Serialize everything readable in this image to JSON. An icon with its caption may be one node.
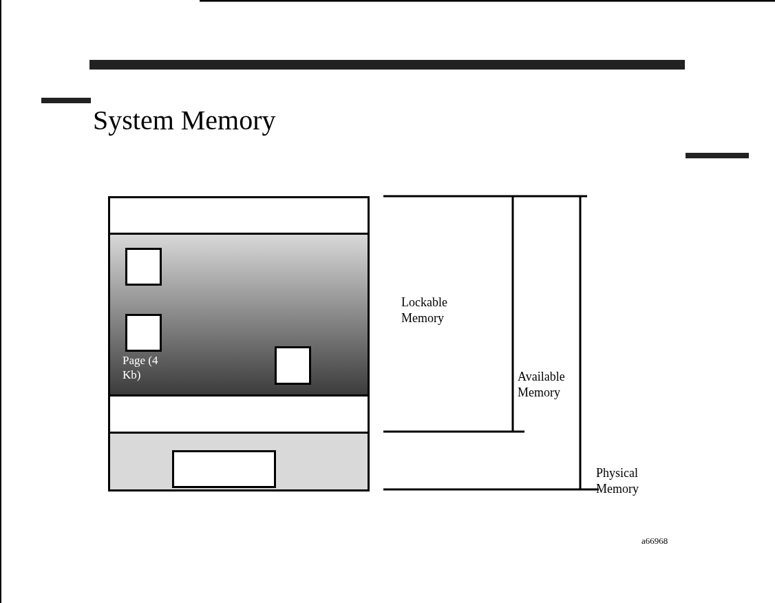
{
  "diagram": {
    "title": "System Memory",
    "nodes": [
      {
        "text": [],
        "shape": "box"
      },
      {
        "text": [],
        "shape": "box"
      },
      {
        "text": [],
        "shape": "box",
        "in": 1
      },
      {
        "text": [],
        "shape": "box",
        "in": 1,
        "beside": [
          "Page (4 Kb)"
        ]
      },
      {
        "text": [],
        "shape": "box",
        "in": 1
      },
      {
        "text": [],
        "shape": "box"
      },
      {
        "text": [],
        "shape": "box"
      },
      {
        "text": [],
        "shape": "box",
        "in": 6
      }
    ],
    "labels": [
      "Lockable Memory",
      "Available Memory",
      "Physical Memory",
      "a66968"
    ]
  }
}
